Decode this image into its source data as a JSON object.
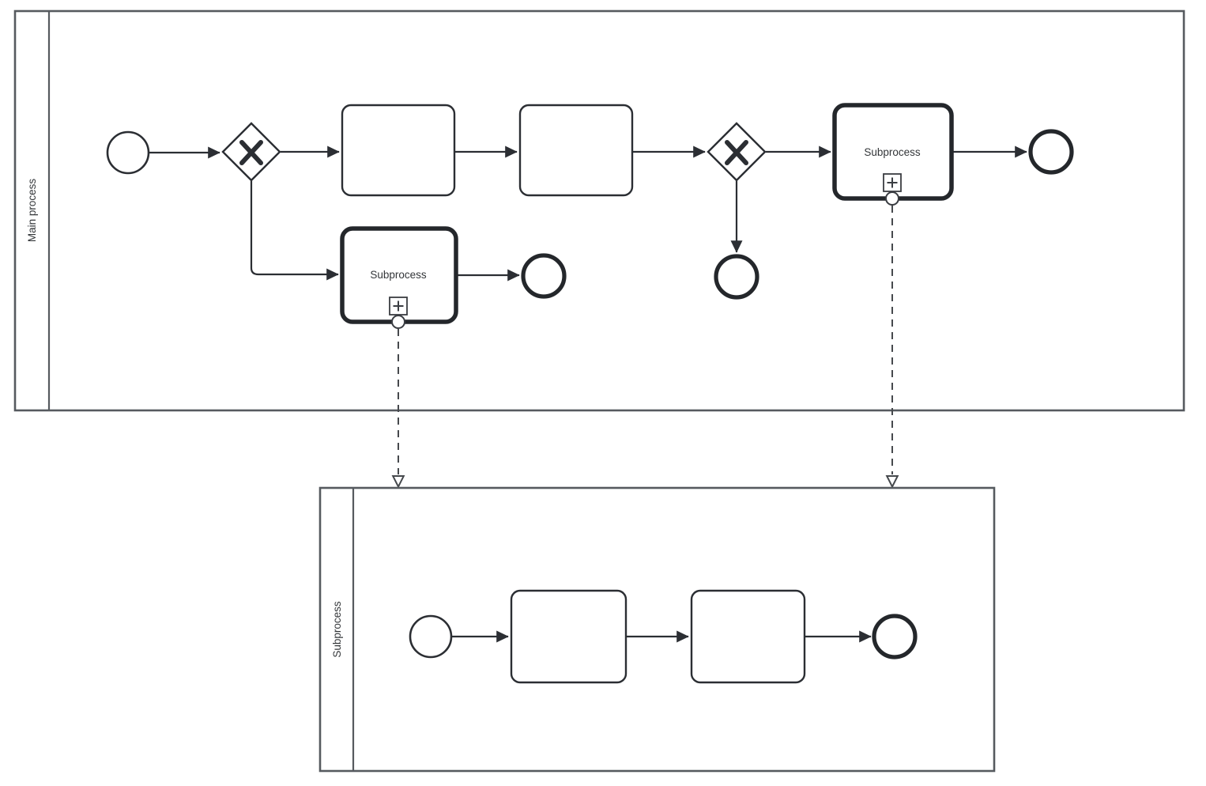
{
  "diagram": {
    "kind": "BPMN process diagram",
    "background": "#ffffff"
  },
  "colors": {
    "shape_stroke": "#2b2e33",
    "bold_stroke": "#24272b",
    "pool_stroke": "#565a5f",
    "link_stroke": "#46494d",
    "text": "#333639",
    "fill": "#ffffff"
  },
  "icons": {
    "gateway_marker": "x-cross",
    "subprocess_marker": "plus-square",
    "flow_arrowhead": "filled-triangle",
    "link_arrowhead": "open-triangle-down"
  },
  "pools": {
    "main": {
      "label": "Main process"
    },
    "sub": {
      "label": "Subprocess"
    }
  },
  "nodes": {
    "subprocess1": {
      "label": "Subprocess",
      "type": "collapsed-subprocess"
    },
    "subprocess2": {
      "label": "Subprocess",
      "type": "collapsed-subprocess"
    },
    "task1": {
      "label": "",
      "type": "task"
    },
    "task2": {
      "label": "",
      "type": "task"
    },
    "taskA": {
      "label": "",
      "type": "task"
    },
    "taskB": {
      "label": "",
      "type": "task"
    },
    "gateway1": {
      "type": "exclusive-gateway"
    },
    "gateway2": {
      "type": "exclusive-gateway"
    },
    "start_main": {
      "type": "start-event"
    },
    "start_sub": {
      "type": "start-event"
    },
    "end_main_right": {
      "type": "end-event"
    },
    "end_below_gateway2": {
      "type": "end-event"
    },
    "end_after_subprocess1": {
      "type": "end-event"
    },
    "end_sub": {
      "type": "end-event"
    }
  }
}
